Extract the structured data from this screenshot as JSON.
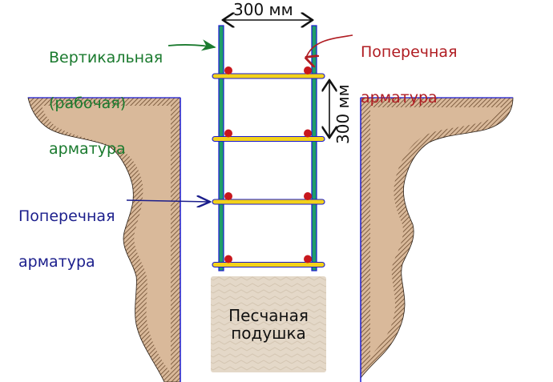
{
  "labels": {
    "vertical_rebar": [
      "Вертикальная",
      "(рабочая)",
      "арматура"
    ],
    "transverse_rebar_top": [
      "Поперечная",
      "арматура"
    ],
    "transverse_rebar_left": [
      "Поперечная",
      "арматура"
    ],
    "width_dimension": "300 мм",
    "spacing_dimension": "300 мм",
    "sand_cushion": [
      "Песчаная",
      "подушка"
    ]
  },
  "colors": {
    "vertical_label": "#1a7a2e",
    "transverse_top_label": "#b01c22",
    "transverse_left_label": "#1b1e8c",
    "soil_fill": "#d9b99a",
    "soil_hatch": "#6b4a2e",
    "rebar_vertical": "#1f9e6a",
    "rebar_outline": "#1a1ad0",
    "rebar_horizontal": "#f3d21a",
    "rebar_node": "#c8171d",
    "sand_fill": "#e4d8c8"
  },
  "rebar_structure": {
    "vertical_bars": 2,
    "transverse_bars": 4
  }
}
